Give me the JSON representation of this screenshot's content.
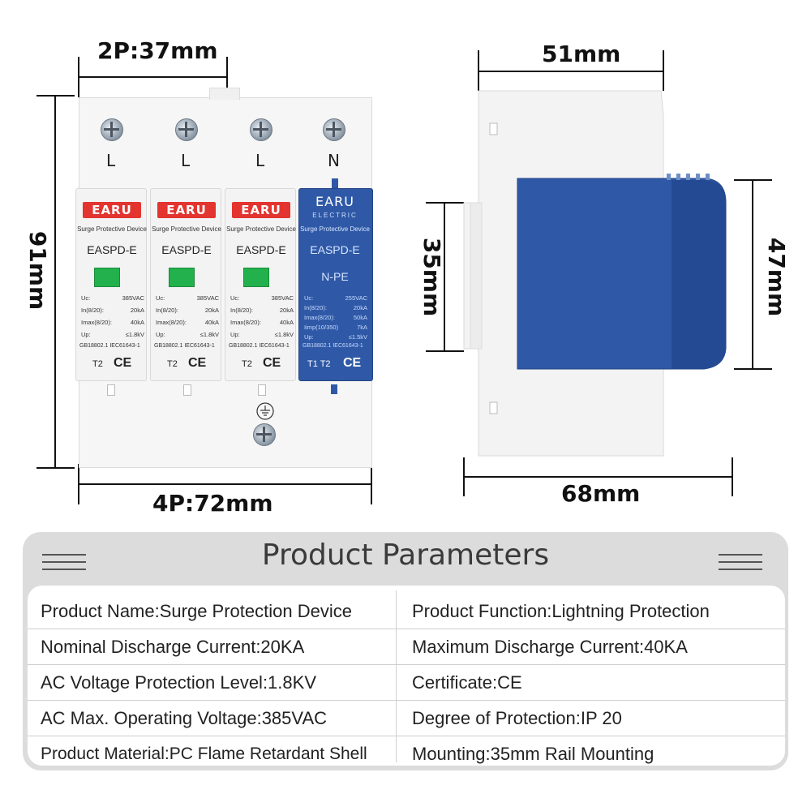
{
  "dimensions": {
    "width_2p": "2P:37mm",
    "width_4p": "4P:72mm",
    "height": "91mm",
    "depth_top": "51mm",
    "depth_bottom": "68mm",
    "rail_height": "35mm",
    "front_height": "47mm"
  },
  "device": {
    "terminals": [
      "L",
      "L",
      "L",
      "N"
    ],
    "modules": [
      {
        "brand": "EARU",
        "description": "Surge Protective Device",
        "model": "EASPD-E",
        "specs": [
          {
            "label": "Uc:",
            "value": "385VAC"
          },
          {
            "label": "In(8/20):",
            "value": "20kA"
          },
          {
            "label": "Imax(8/20):",
            "value": "40kA"
          },
          {
            "label": "Up:",
            "value": "≤1.8kV"
          }
        ],
        "cert": "GB18802.1 IEC61643-1",
        "type": "T2",
        "ce": "CE"
      },
      {
        "brand": "EARU",
        "description": "Surge Protective Device",
        "model": "EASPD-E",
        "specs": [
          {
            "label": "Uc:",
            "value": "385VAC"
          },
          {
            "label": "In(8/20):",
            "value": "20kA"
          },
          {
            "label": "Imax(8/20):",
            "value": "40kA"
          },
          {
            "label": "Up:",
            "value": "≤1.8kV"
          }
        ],
        "cert": "GB18802.1 IEC61643-1",
        "type": "T2",
        "ce": "CE"
      },
      {
        "brand": "EARU",
        "description": "Surge Protective Device",
        "model": "EASPD-E",
        "specs": [
          {
            "label": "Uc:",
            "value": "385VAC"
          },
          {
            "label": "In(8/20):",
            "value": "20kA"
          },
          {
            "label": "Imax(8/20):",
            "value": "40kA"
          },
          {
            "label": "Up:",
            "value": "≤1.8kV"
          }
        ],
        "cert": "GB18802.1 IEC61643-1",
        "type": "T2",
        "ce": "CE"
      }
    ],
    "npe_module": {
      "brand": "EARU",
      "brand_sub": "ELECTRIC",
      "description": "Surge Protective Device",
      "model": "EASPD-E",
      "mode": "N-PE",
      "specs": [
        {
          "label": "Uc:",
          "value": "255VAC"
        },
        {
          "label": "In(8/20):",
          "value": "20kA"
        },
        {
          "label": "Imax(8/20):",
          "value": "50kA"
        },
        {
          "label": "Iimp(10/350)",
          "value": "7kA"
        },
        {
          "label": "Up:",
          "value": "≤1.5kV"
        }
      ],
      "cert": "GB18802.1 IEC61643-1",
      "type": "T1 T2",
      "ce": "CE"
    }
  },
  "parameters": {
    "title": "Product Parameters",
    "rows": [
      {
        "left": "Product Name:Surge Protection Device",
        "right": "Product Function:Lightning Protection"
      },
      {
        "left": "Nominal Discharge Current:20KA",
        "right": "Maximum Discharge Current:40KA"
      },
      {
        "left": "AC Voltage Protection Level:1.8KV",
        "right": "Certificate:CE"
      },
      {
        "left": "AC Max. Operating Voltage:385VAC",
        "right": "Degree of Protection:IP 20"
      },
      {
        "left": "Product Material:PC Flame Retardant Shell",
        "right": "Mounting:35mm Rail Mounting"
      }
    ]
  },
  "colors": {
    "brand_red": "#e3342f",
    "module_blue": "#2f59a6",
    "indicator_green": "#22b14c",
    "header_grey": "#dcdcdc"
  }
}
